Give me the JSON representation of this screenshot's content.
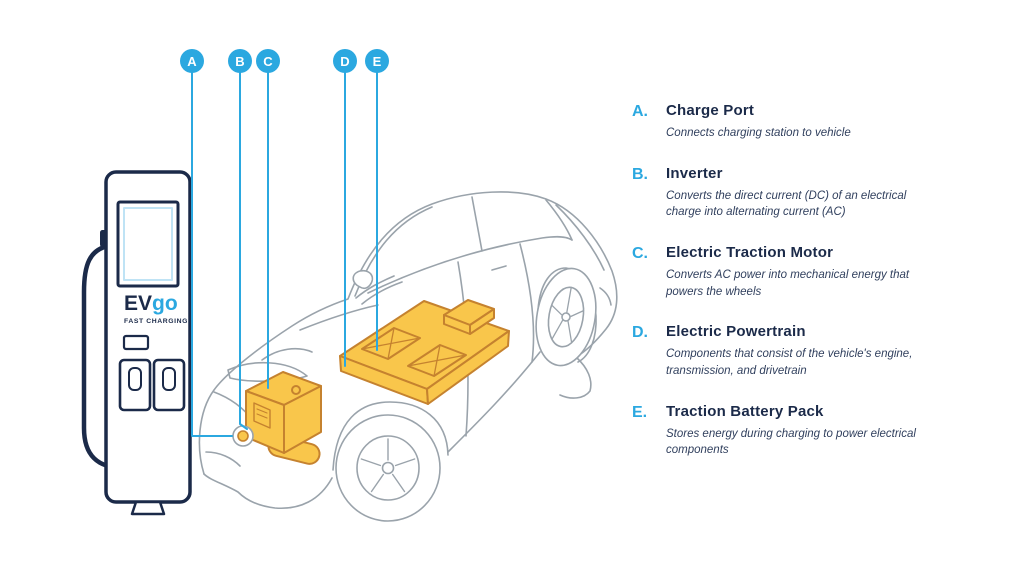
{
  "palette": {
    "accent_blue": "#2BA8E0",
    "navy": "#1B2A49",
    "description_text": "#31405E",
    "car_line_gray": "#9AA3AB",
    "component_yellow": "#F9C64B",
    "component_outline": "#C5822F"
  },
  "station": {
    "brand_ev": "EV",
    "brand_go": "go",
    "tagline": "FAST CHARGING"
  },
  "markers": [
    {
      "letter": "A"
    },
    {
      "letter": "B"
    },
    {
      "letter": "C"
    },
    {
      "letter": "D"
    },
    {
      "letter": "E"
    }
  ],
  "legend": [
    {
      "letter": "A.",
      "title": "Charge Port",
      "description": "Connects charging station to vehicle"
    },
    {
      "letter": "B.",
      "title": "Inverter",
      "description": "Converts the direct current (DC) of an electrical charge into alternating current (AC)"
    },
    {
      "letter": "C.",
      "title": "Electric Traction Motor",
      "description": "Converts AC power into mechanical energy that powers the wheels"
    },
    {
      "letter": "D.",
      "title": "Electric Powertrain",
      "description": "Components that consist of the vehicle's engine, transmission, and drivetrain"
    },
    {
      "letter": "E.",
      "title": "Traction Battery Pack",
      "description": "Stores energy during charging to power electrical components"
    }
  ]
}
